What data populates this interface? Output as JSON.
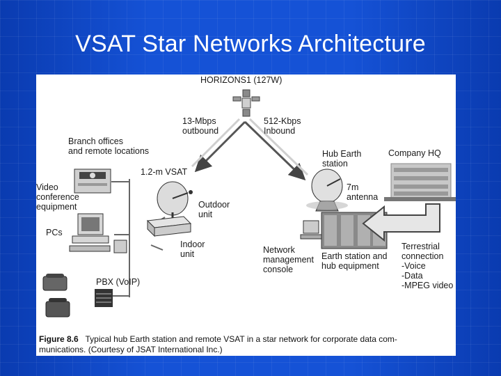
{
  "slide": {
    "title": "VSAT Star Networks Architecture"
  },
  "figure": {
    "labels": {
      "satellite": "HORIZONS1 (127W)",
      "outbound": "13-Mbps\noutbound",
      "inbound": "512-Kbps\nInbound",
      "branch": "Branch offices\nand remote locations",
      "vsat": "1.2-m VSAT",
      "hub_station": "Hub Earth\nstation",
      "company_hq": "Company HQ",
      "video": "Video\nconference\nequipment",
      "antenna": "7m\nantenna",
      "outdoor": "Outdoor\nunit",
      "pcs": "PCs",
      "indoor": "Indoor\nunit",
      "nms": "Network\nmanagement\nconsole",
      "earth_equipment": "Earth station and\nhub equipment",
      "terrestrial": "Terrestrial\nconnection\n-Voice\n-Data\n-MPEG video",
      "pbx": "PBX (VoIP)"
    },
    "caption": {
      "fig_no": "Figure 8.6",
      "text": "   Typical hub Earth station and remote VSAT in a star network for corporate data com-\nmunications. (Courtesy of JSAT International Inc.)"
    }
  }
}
